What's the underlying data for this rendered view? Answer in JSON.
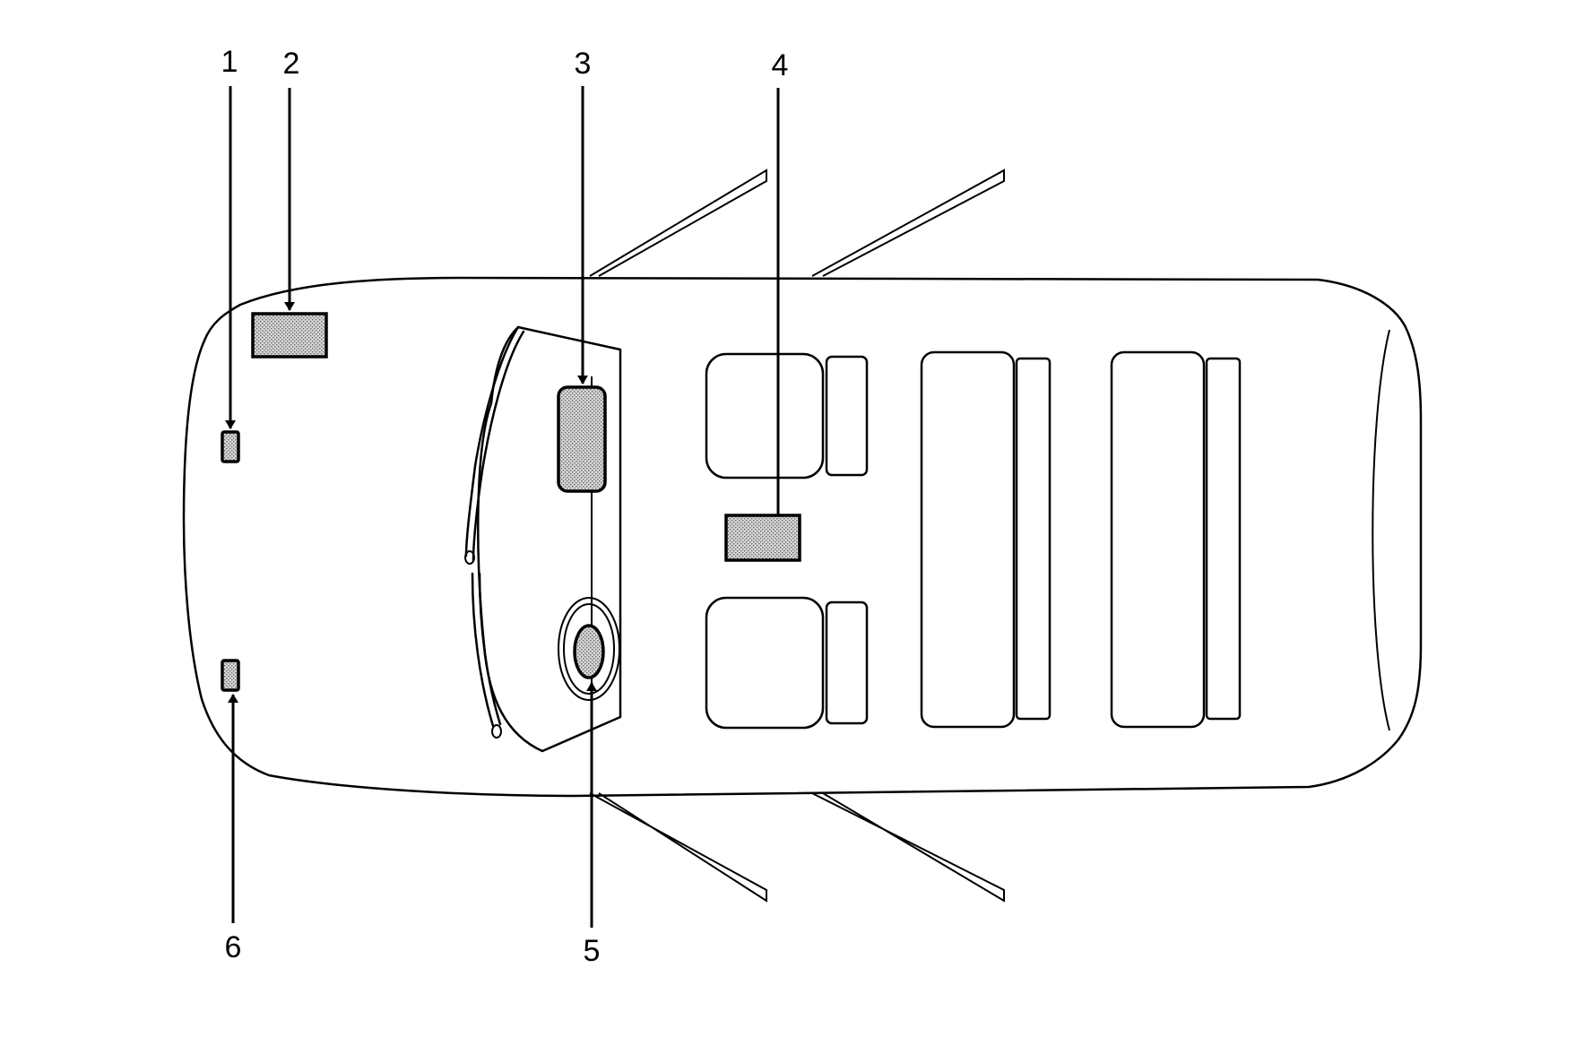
{
  "colors": {
    "line": "#000000",
    "component_fill": "#c9c9c9",
    "background": "#ffffff"
  },
  "callouts": [
    {
      "id": "1",
      "label": "1"
    },
    {
      "id": "2",
      "label": "2"
    },
    {
      "id": "3",
      "label": "3"
    },
    {
      "id": "4",
      "label": "4"
    },
    {
      "id": "5",
      "label": "5"
    },
    {
      "id": "6",
      "label": "6"
    }
  ]
}
